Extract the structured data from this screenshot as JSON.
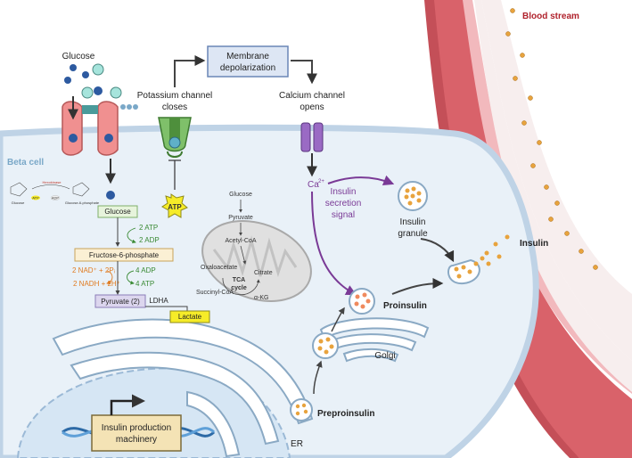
{
  "labels": {
    "glucose_top": "Glucose",
    "membrane_depolarization": [
      "Membrane",
      "depolarization"
    ],
    "potassium_channel": [
      "Potassium channel",
      "closes"
    ],
    "calcium_channel": [
      "Calcium channel",
      "opens"
    ],
    "blood_stream": "Blood stream",
    "beta_cell": "Beta cell",
    "atp": "ATP",
    "ca2": "Ca",
    "ca2_sup": "2+",
    "insulin_secretion_signal": [
      "Insulin",
      "secretion",
      "signal"
    ],
    "insulin_granule": [
      "Insulin",
      "granule"
    ],
    "insulin": "Insulin",
    "proinsulin": "Proinsulin",
    "golgi": "Golgi",
    "preproinsulin": "Preproinsulin",
    "er": "ER",
    "insulin_production_machinery": [
      "Insulin production",
      "machinery"
    ],
    "inset": {
      "hexokinase": "Hexokinase",
      "glucose": "Glucose",
      "g6p": "Glucose-6-phosphate",
      "atp": "ATP",
      "adp": "ADP"
    }
  },
  "glycolysis": {
    "glucose": "Glucose",
    "f6p": "Fructose-6-phosphate",
    "pyruvate2": "Pyruvate (2)",
    "ldha": "LDHA",
    "lactate": "Lactate",
    "atp2": "2 ATP",
    "adp2": "2 ADP",
    "nad": "2 NAD⁺ + 2Pᵢ",
    "nadh": "2 NADH + 2H⁺",
    "adp4": "4 ADP",
    "atp4": "4 ATP"
  },
  "tca": {
    "glucose": "Glucose",
    "pyruvate": "Pyruvate",
    "acetyl_coa": "Acetyl-CoA",
    "oxaloacetate": "Oxaloacetate",
    "citrate": "Citrate",
    "succinyl_coa": "Succinyl-CoA",
    "akg": "α-KG",
    "cycle": [
      "TCA",
      "cycle"
    ]
  },
  "colors": {
    "cell_fill": "#e9f1f8",
    "membrane": "#bfd3e6",
    "vessel": "#d9626a",
    "vessel_light": "#f2b9bd",
    "purple": "#7a3a96",
    "insulin_dot": "#e8a33d",
    "proinsulin_dot": "#f08a5d",
    "glyco_green": "#3a8a34",
    "glyco_orange": "#e07b20"
  }
}
